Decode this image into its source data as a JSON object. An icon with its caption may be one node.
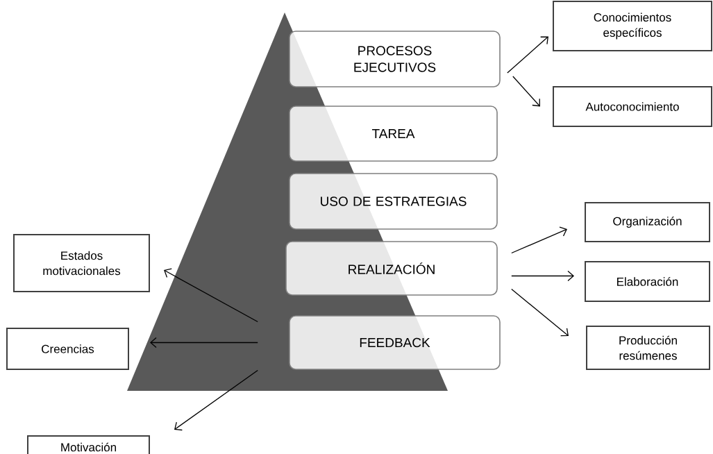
{
  "diagram": {
    "nodes": [
      {
        "text": [
          "PROCESOS EJECUTIVOS"
        ]
      },
      {
        "text": [
          "Conocimientos específicos"
        ]
      },
      {
        "text": [
          "Autoconocimiento"
        ]
      },
      {
        "text": [
          "TAREA"
        ]
      },
      {
        "text": [
          "USO DE ESTRATEGIAS"
        ]
      },
      {
        "text": [
          "REALIZACIÓN"
        ]
      },
      {
        "text": [
          "Organización"
        ]
      },
      {
        "text": [
          "Elaboración"
        ]
      },
      {
        "text": [
          "Producción resúmenes"
        ]
      },
      {
        "text": [
          "FEEDBACK"
        ]
      },
      {
        "text": [
          "Estados motivacionales"
        ]
      },
      {
        "text": [
          "Creencias"
        ]
      },
      {
        "text": [
          "Motivación"
        ]
      }
    ],
    "edges": [
      {
        "from": 0,
        "to": 1,
        "arrow": "to"
      },
      {
        "from": 0,
        "to": 2,
        "arrow": "to"
      },
      {
        "from": 5,
        "to": 6,
        "arrow": "to"
      },
      {
        "from": 5,
        "to": 7,
        "arrow": "to"
      },
      {
        "from": 5,
        "to": 8,
        "arrow": "to"
      },
      {
        "from": 9,
        "to": 10,
        "arrow": "to"
      },
      {
        "from": 9,
        "to": 11,
        "arrow": "to"
      },
      {
        "from": 9,
        "to": 12,
        "arrow": "to"
      }
    ]
  }
}
